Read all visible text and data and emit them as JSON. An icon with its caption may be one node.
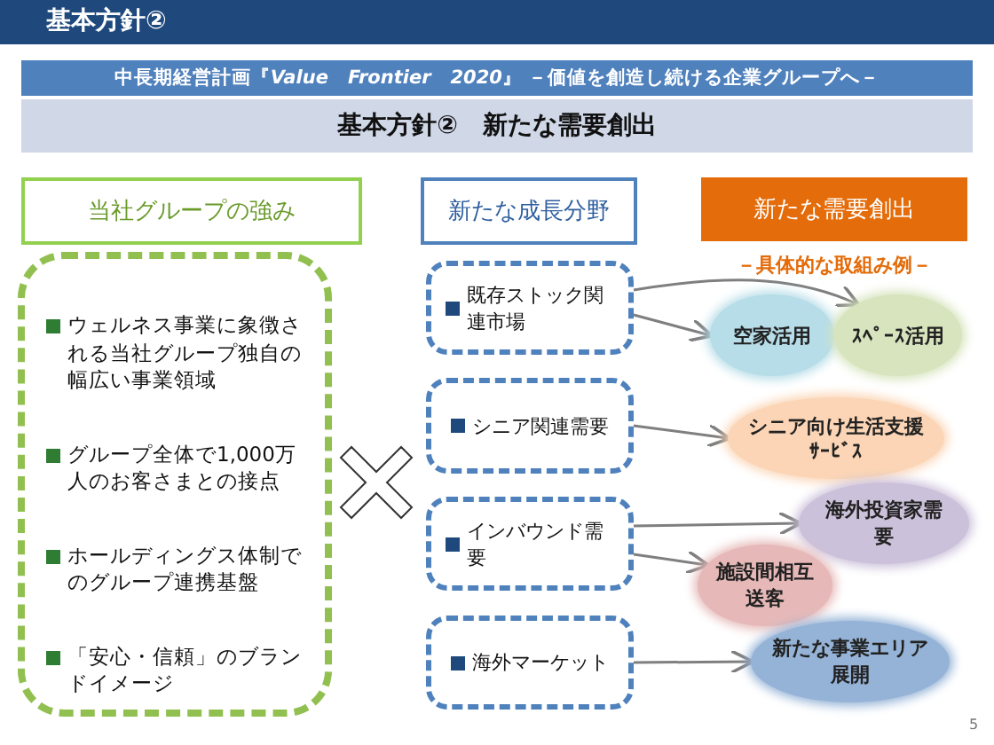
{
  "diagram": {
    "title": "基本方針②",
    "nodes": [
      {
        "text": [
          "中長期経営計画『*Value　Frontier　2020*』 －価値を創造し続ける企業グループへ－"
        ]
      },
      {
        "text": [
          "基本方針②　新たな需要創出"
        ]
      },
      {
        "text": [
          "当社グループの強み"
        ]
      },
      {
        "text": [
          "ウェルネス事業に象徴される当社グループ独自の幅広い事業領域",
          "グループ全体で1,000万人のお客さまとの接点",
          "ホールディングス体制でのグループ連携基盤",
          "「安心・信頼」のブランドイメージ"
        ]
      },
      {
        "text": [
          "新たな成長分野"
        ]
      },
      {
        "text": [
          "既存ストック関連市場"
        ]
      },
      {
        "text": [
          "シニア関連需要"
        ]
      },
      {
        "text": [
          "インバウンド需要"
        ]
      },
      {
        "text": [
          "海外マーケット"
        ]
      },
      {
        "text": [
          "新たな需要創出"
        ]
      },
      {
        "text": [
          "空家活用"
        ]
      },
      {
        "text": [
          "ｽﾍﾟｰｽ活用"
        ]
      },
      {
        "text": [
          "シニア向け生活支援ｻｰﾋﾞｽ"
        ]
      },
      {
        "text": [
          "海外投資家需要"
        ]
      },
      {
        "text": [
          "施設間相互送客"
        ]
      },
      {
        "text": [
          "新たな事業エリア展開"
        ]
      }
    ],
    "edges": [
      {
        "from": 5,
        "to": 10,
        "arrow": "to"
      },
      {
        "from": 5,
        "to": 11,
        "arrow": "to"
      },
      {
        "from": 6,
        "to": 12,
        "arrow": "to"
      },
      {
        "from": 7,
        "to": 13,
        "arrow": "to"
      },
      {
        "from": 7,
        "to": 14,
        "arrow": "to"
      },
      {
        "from": 8,
        "to": 15,
        "arrow": "to"
      }
    ],
    "labels": [
      "－具体的な取組み例－",
      "5"
    ]
  }
}
